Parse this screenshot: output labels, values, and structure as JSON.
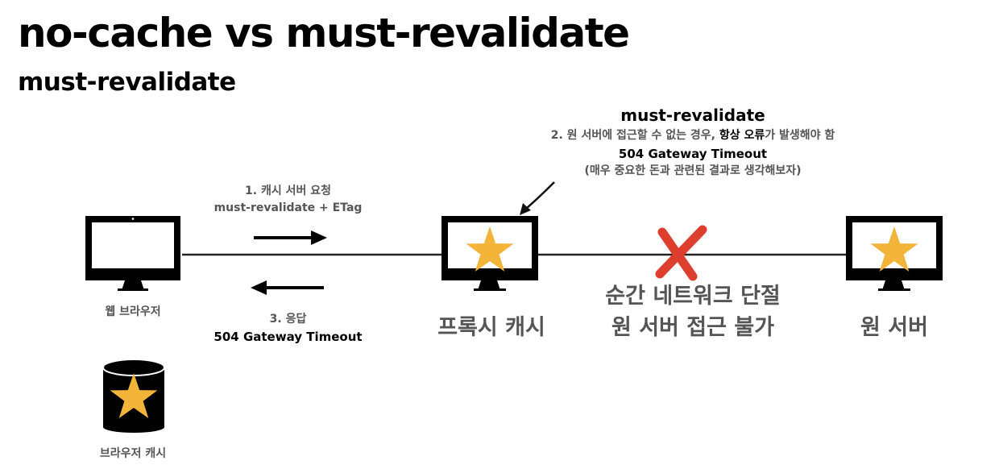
{
  "title": "no-cache vs must-revalidate",
  "subtitle": "must-revalidate",
  "note": {
    "heading": "must-revalidate",
    "line1_pre": "2. 원 서버에 접근할 수 없는 경우, ",
    "line1_bold": "항상 오류",
    "line1_post": "가 발생해야 함",
    "line2": "504 Gateway Timeout",
    "line3": "(매우 중요한 돈과 관련된 결과로 생각해보자)"
  },
  "request": {
    "line1": "1. 캐시 서버 요청",
    "line2": "must-revalidate + ETag"
  },
  "response": {
    "line1": "3. 응답",
    "line2": "504 Gateway Timeout"
  },
  "labels": {
    "browser": "웹 브라우저",
    "browser_cache": "브라우저 캐시",
    "proxy": "프록시 캐시",
    "network_line1": "순간 네트워크 단절",
    "network_line2": "원 서버 접근 불가",
    "origin": "원 서버"
  },
  "colors": {
    "star": "#F3B43A",
    "cross": "#DD3E2E",
    "text_gray": "#555555",
    "monitor": "#000000"
  },
  "icons": [
    "monitor-icon",
    "star-icon",
    "database-icon",
    "cross-icon",
    "arrow-right-icon",
    "arrow-left-icon"
  ]
}
